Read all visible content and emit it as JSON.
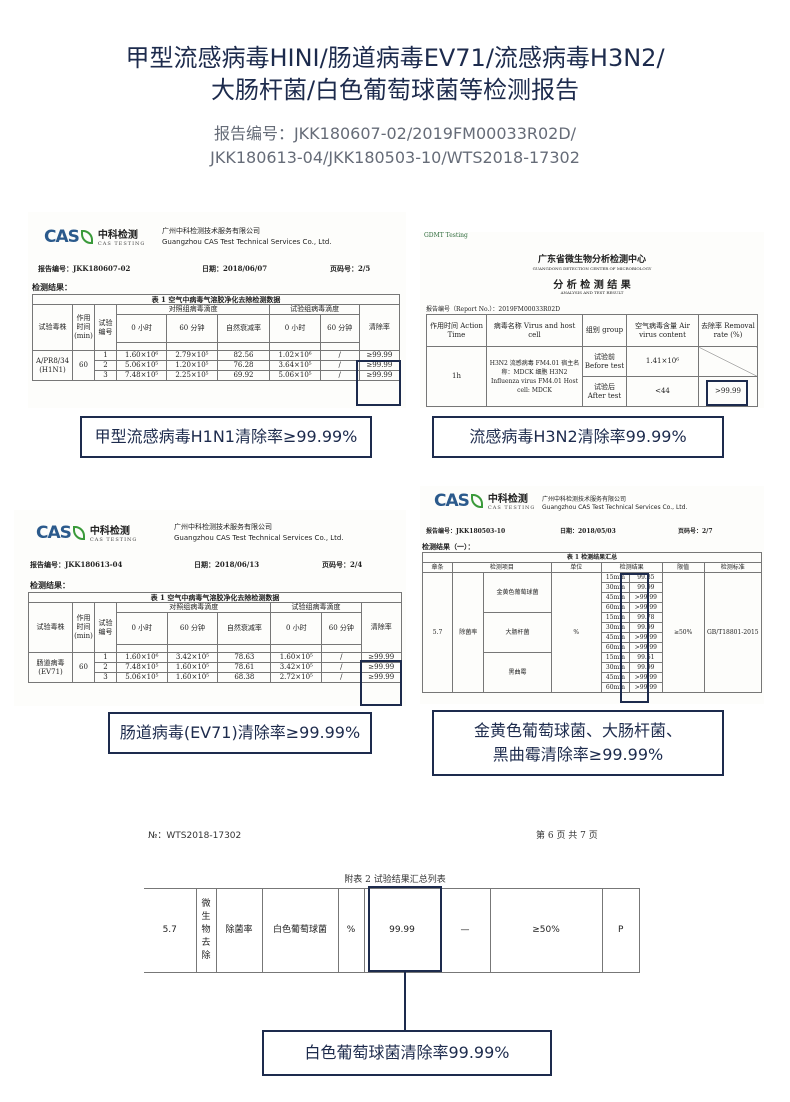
{
  "header": {
    "title_line1": "甲型流感病毒HINI/肠道病毒EV71/流感病毒H3N2/",
    "title_line2": "大肠杆菌/白色葡萄球菌等检测报告",
    "report_no_line1": "报告编号：JKK180607-02/2019FM00033R02D/",
    "report_no_line2": "JKK180613-04/JKK180503-10/WTS2018-17302"
  },
  "cas": {
    "org_cn": "广州中科检测技术服务有限公司",
    "org_en": "Guangzhou CAS Test Technical Services Co., Ltd.",
    "logo_text": "CAS",
    "logo_cn": "中科检测",
    "logo_en": "CAS TESTING"
  },
  "doc1": {
    "report_no": "报告编号：JKK180607-02",
    "date": "日期：2018/06/07",
    "page": "页码号：2/5",
    "results_label": "检测结果：",
    "table_title": "表 1  空气中病毒气溶胶净化去除检测数据",
    "grp_control": "对照组病毒滴度",
    "grp_test": "试验组病毒滴度",
    "h_strain": "试验毒株",
    "h_time": "作用时间(min)",
    "h_no": "试验编号",
    "h_0h": "0 小时",
    "h_60m": "60 分钟",
    "h_natural": "自然衰减率",
    "h_clear": "清除率",
    "strain": "A/PR8/34 (H1N1)",
    "time": "60",
    "rows": [
      [
        "1",
        "1.60×10⁶",
        "2.79×10⁵",
        "82.56",
        "1.02×10⁶",
        "/",
        "≥99.99"
      ],
      [
        "2",
        "5.06×10⁵",
        "1.20×10⁵",
        "76.28",
        "3.64×10⁵",
        "/",
        "≥99.99"
      ],
      [
        "3",
        "7.48×10⁵",
        "2.25×10⁵",
        "69.92",
        "5.06×10⁵",
        "/",
        "≥99.99"
      ]
    ]
  },
  "doc2": {
    "top_text": "GDMT Testing",
    "center_name": "广东省微生物分析检测中心",
    "center_en": "GUANGDONG DETECTION CENTER OF MICROBIOLOGY",
    "result_title": "分 析 检 测 结 果",
    "result_en": "ANALYSIS AND TEST RESULT",
    "report_no": "报告编号（Report No.）：2019FM00033R02D",
    "h_time": "作用时间 Action Time",
    "h_virus": "病毒名称 Virus and host cell",
    "h_group": "组别 group",
    "h_content": "空气病毒含量 Air virus content",
    "h_rate": "去除率 Removal rate (%)",
    "time": "1h",
    "virus_desc": "H3N2 流感病毒 FM4.01 宿主名称：MDCK 细胞 H3N2 Influenza virus FM4.01 Host cell: MDCK",
    "before": "试验前 Before test",
    "before_val": "1.41×10⁶",
    "after": "试验后 After test",
    "after_val": "<44",
    "rate": ">99.99"
  },
  "doc3": {
    "report_no": "报告编号：JKK180613-04",
    "date": "日期：2018/06/13",
    "page": "页码号：2/4",
    "results_label": "检测结果：",
    "table_title": "表 1  空气中病毒气溶胶净化去除检测数据",
    "strain": "肠道病毒 (EV71)",
    "time": "60",
    "rows": [
      [
        "1",
        "1.60×10⁶",
        "3.42×10⁵",
        "78.63",
        "1.60×10⁵",
        "/",
        "≥99.99"
      ],
      [
        "2",
        "7.48×10⁵",
        "1.60×10⁵",
        "78.61",
        "3.42×10⁵",
        "/",
        "≥99.99"
      ],
      [
        "3",
        "5.06×10⁵",
        "1.60×10⁵",
        "68.38",
        "2.72×10⁵",
        "/",
        "≥99.99"
      ]
    ]
  },
  "doc4": {
    "report_no": "报告编号：JKK180503-10",
    "date": "日期：2018/05/03",
    "page": "页码号：2/7",
    "results_label": "检测结果（一）：",
    "table_title": "表 1  检测结果汇总",
    "h_clause": "章条",
    "h_item": "检测项目",
    "h_unit": "单位",
    "h_result": "检测结果",
    "h_limit": "限值",
    "h_standard": "检测标准",
    "clause": "5.7",
    "item": "除菌率",
    "unit": "%",
    "limit": "≥50%",
    "standard": "GB/T18801-2015",
    "groups": [
      {
        "name": "金黄色葡萄球菌",
        "rows": [
          [
            "15min",
            "99.85"
          ],
          [
            "30min",
            "99.99"
          ],
          [
            "45min",
            ">99.99"
          ],
          [
            "60min",
            ">99.99"
          ]
        ]
      },
      {
        "name": "大肠杆菌",
        "rows": [
          [
            "15min",
            "99.78"
          ],
          [
            "30min",
            "99.99"
          ],
          [
            "45min",
            ">99.99"
          ],
          [
            "60min",
            ">99.99"
          ]
        ]
      },
      {
        "name": "黑曲霉",
        "rows": [
          [
            "15min",
            "99.51"
          ],
          [
            "30min",
            "99.99"
          ],
          [
            "45min",
            ">99.99"
          ],
          [
            "60min",
            ">99.99"
          ]
        ]
      }
    ]
  },
  "doc5": {
    "report_no": "№：WTS2018-17302",
    "page": "第 6 页 共 7 页",
    "table_title": "附表 2  试验结果汇总列表",
    "clause": "5.7",
    "category": "微生物去除",
    "item": "除菌率",
    "bacteria": "白色葡萄球菌",
    "unit": "%",
    "value": "99.99",
    "dash": "—",
    "limit": "≥50%",
    "verdict": "P"
  },
  "callouts": {
    "c1": "甲型流感病毒H1N1清除率≥99.99%",
    "c2": "流感病毒H3N2清除率99.99%",
    "c3": "肠道病毒(EV71)清除率≥99.99%",
    "c4_line1": "金黄色葡萄球菌、大肠杆菌、",
    "c4_line2": "黑曲霉清除率≥99.99%",
    "c5": "白色葡萄球菌清除率99.99%"
  }
}
